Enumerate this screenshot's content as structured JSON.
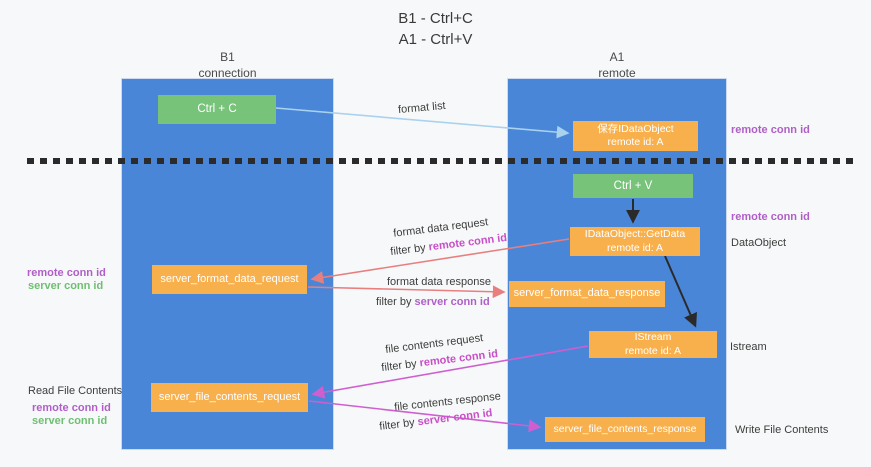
{
  "title": {
    "line1": "B1 - Ctrl+C",
    "line2": "A1 - Ctrl+V"
  },
  "columns": {
    "left": {
      "header_line1": "B1",
      "header_line2": "connection"
    },
    "right": {
      "header_line1": "A1",
      "header_line2": "remote"
    }
  },
  "boxes": {
    "ctrl_c": "Ctrl + C",
    "ctrl_v": "Ctrl + V",
    "save_idataobject_line1": "保存IDataObject",
    "save_idataobject_line2": "remote id: A",
    "getdata_line1": "IDataObject::GetData",
    "getdata_line2": "remote id: A",
    "istream_line1": "IStream",
    "istream_line2": "remote id: A",
    "server_format_data_request": "server_format_data_request",
    "server_format_data_response": "server_format_data_response",
    "server_file_contents_request": "server_file_contents_request",
    "server_file_contents_response": "server_file_contents_response"
  },
  "labels": {
    "format_list": "format list",
    "format_data_request": "format data request",
    "format_data_response": "format data response",
    "file_contents_request": "file contents request",
    "file_contents_response": "file contents response",
    "filter_by": "filter by ",
    "remote_conn_id": "remote conn id",
    "server_conn_id": "server conn id",
    "dataobject": "DataObject",
    "istream": "Istream",
    "read_file_contents": "Read File Contents",
    "write_file_contents": "Write File Contents"
  },
  "colors": {
    "lane_blue": "#4a86d8",
    "box_green": "#77c379",
    "box_orange": "#f8b04d",
    "label_purple": "#b05fc8",
    "label_green": "#6fbf73",
    "label_magenta": "#c84fc8",
    "arrow_lightblue": "#a9d2ee",
    "arrow_salmon": "#e87f7f",
    "arrow_magenta": "#cf5fd0",
    "arrow_black": "#2a2a2a",
    "background": "#f7f8f9"
  }
}
